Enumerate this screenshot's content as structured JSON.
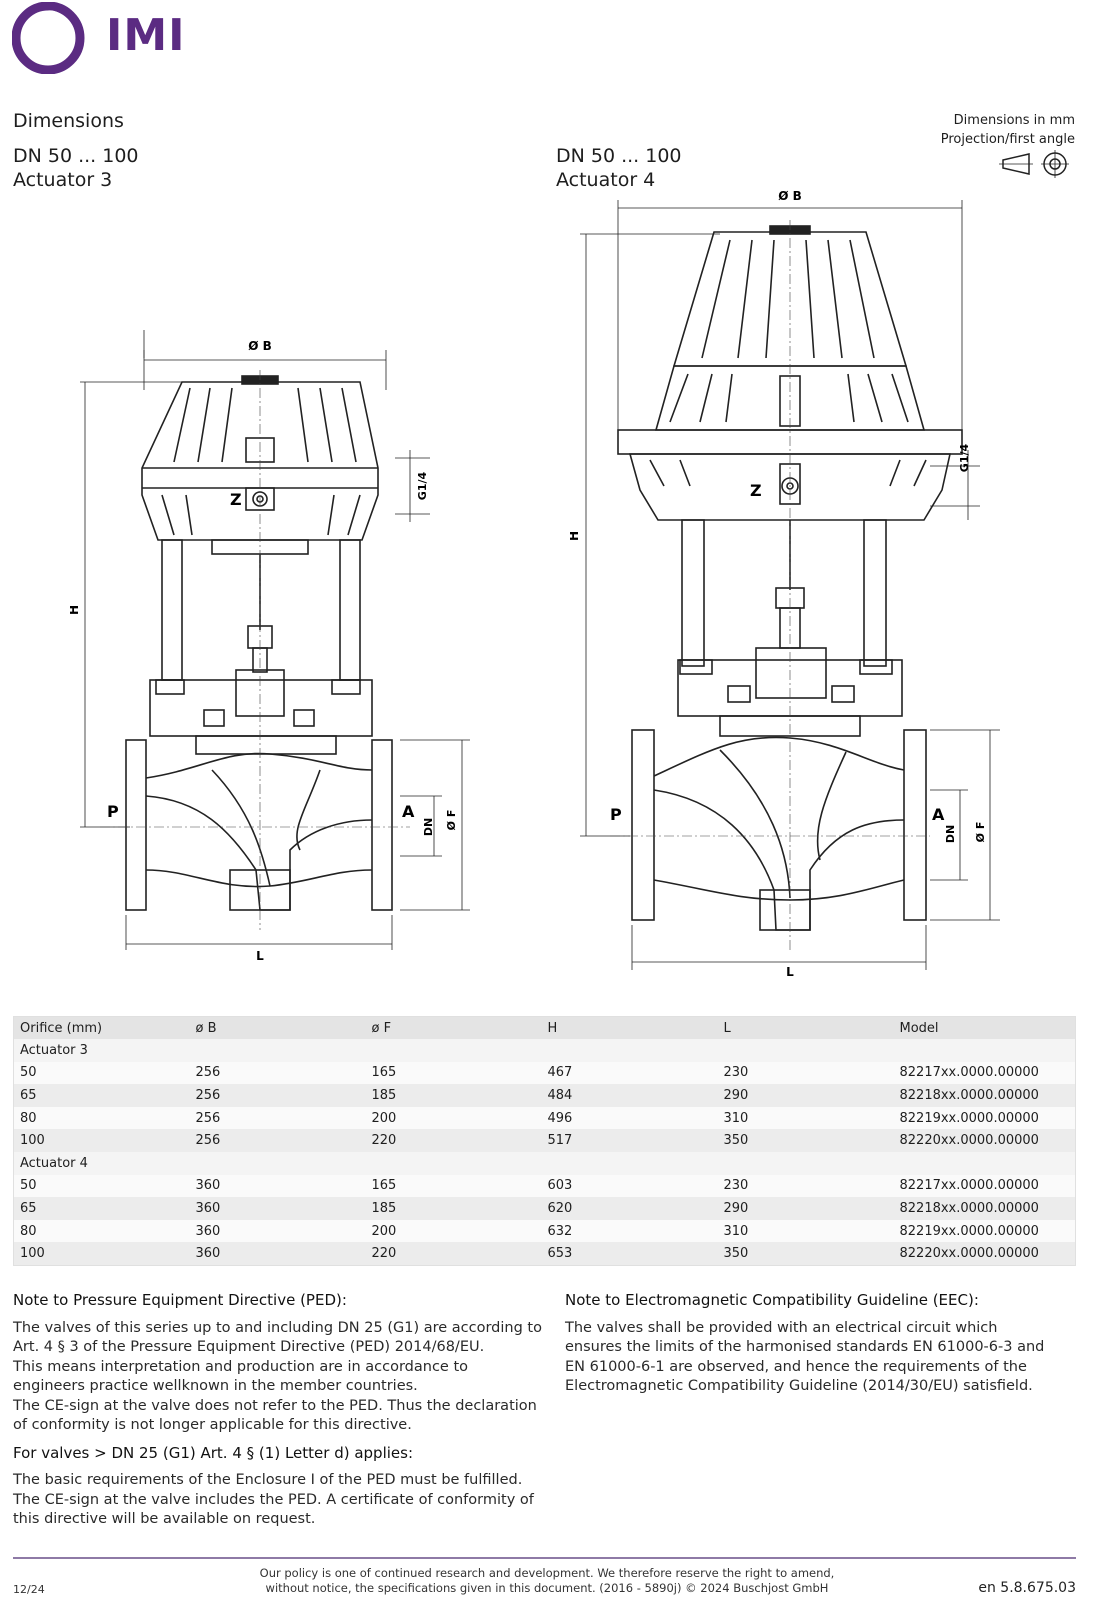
{
  "brand": {
    "logo_text": "IMI",
    "color": "#5b2b82"
  },
  "header": {
    "title": "Dimensions",
    "left": {
      "line1": "DN 50 ... 100",
      "line2": "Actuator 3"
    },
    "right": {
      "line1": "DN 50 ... 100",
      "line2": "Actuator 4"
    },
    "units_note": "Dimensions in mm",
    "projection_note": "Projection/first angle"
  },
  "drawing_labels": {
    "ob": "Ø B",
    "h": "H",
    "z": "Z",
    "g14": "G1/4",
    "p": "P",
    "a": "A",
    "dn": "DN",
    "of": "Ø F",
    "l": "L"
  },
  "table": {
    "headers": [
      "Orifice (mm)",
      "ø B",
      "ø F",
      "H",
      "L",
      "Model"
    ],
    "groups": [
      {
        "label": "Actuator 3",
        "rows": [
          [
            "50",
            "256",
            "165",
            "467",
            "230",
            "82217xx.0000.00000"
          ],
          [
            "65",
            "256",
            "185",
            "484",
            "290",
            "82218xx.0000.00000"
          ],
          [
            "80",
            "256",
            "200",
            "496",
            "310",
            "82219xx.0000.00000"
          ],
          [
            "100",
            "256",
            "220",
            "517",
            "350",
            "82220xx.0000.00000"
          ]
        ]
      },
      {
        "label": "Actuator 4",
        "rows": [
          [
            "50",
            "360",
            "165",
            "603",
            "230",
            "82217xx.0000.00000"
          ],
          [
            "65",
            "360",
            "185",
            "620",
            "290",
            "82218xx.0000.00000"
          ],
          [
            "80",
            "360",
            "200",
            "632",
            "310",
            "82219xx.0000.00000"
          ],
          [
            "100",
            "360",
            "220",
            "653",
            "350",
            "82220xx.0000.00000"
          ]
        ]
      }
    ]
  },
  "notes": {
    "ped_heading": "Note to Pressure Equipment Directive (PED):",
    "ped_p1": "The valves of this series up to and including DN 25 (G1) are according to Art. 4 § 3 of the Pressure Equipment Directive (PED) 2014/68/EU.",
    "ped_p2": "This means interpretation and production are in accordance to engineers practice wellknown in the member countries.",
    "ped_p3": "The CE-sign at the valve does not refer to the PED. Thus the declaration of conformity is not longer applicable for this directive.",
    "valves_heading": "For valves > DN 25 (G1) Art. 4 § (1) Letter d) applies:",
    "valves_p1": "The basic requirements of the Enclosure I of the PED must be fulfilled.",
    "valves_p2": "The CE-sign at the valve includes the PED. A certificate of conformity of this directive will be available on request.",
    "eec_heading": "Note to Electromagnetic Compatibility Guideline (EEC):",
    "eec_p1": "The valves shall be provided with an electrical circuit which ensures the limits of the harmonised standards EN 61000-6-3 and EN 61000-6-1 are observed, and hence the requirements of the Electromagnetic Compatibility Guideline (2014/30/EU) satisfield."
  },
  "footer": {
    "date": "12/24",
    "policy_line1": "Our policy is one of continued research and development. We therefore reserve the right to amend,",
    "policy_line2": "without notice, the specifications given in this document. (2016 - 5890j) © 2024 Buschjost GmbH",
    "doc_code": "en 5.8.675.03"
  }
}
